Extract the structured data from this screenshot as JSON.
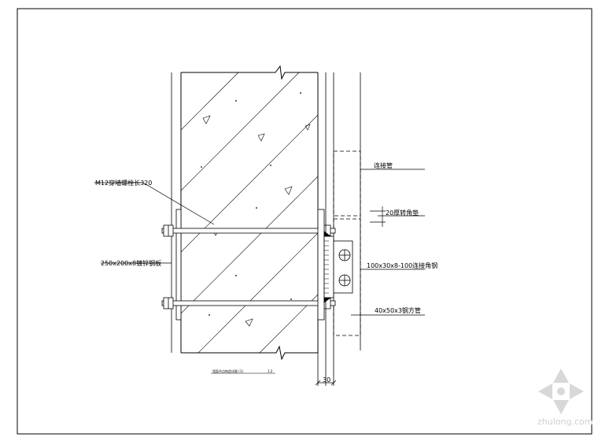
{
  "labels": {
    "bolt": "M12穿墙螺栓长320",
    "plate": "250x200x8镀锌钢板",
    "connector_pipe": "连接管",
    "gasket": "20厚转角垫",
    "angle_steel": "100x30x8-100连接角钢",
    "square_tube": "40x50x3钢方管",
    "dim_30": "30",
    "title": "墙面节点构造详图 (1)",
    "scale": "1:2"
  },
  "watermark": "zhulong.com"
}
